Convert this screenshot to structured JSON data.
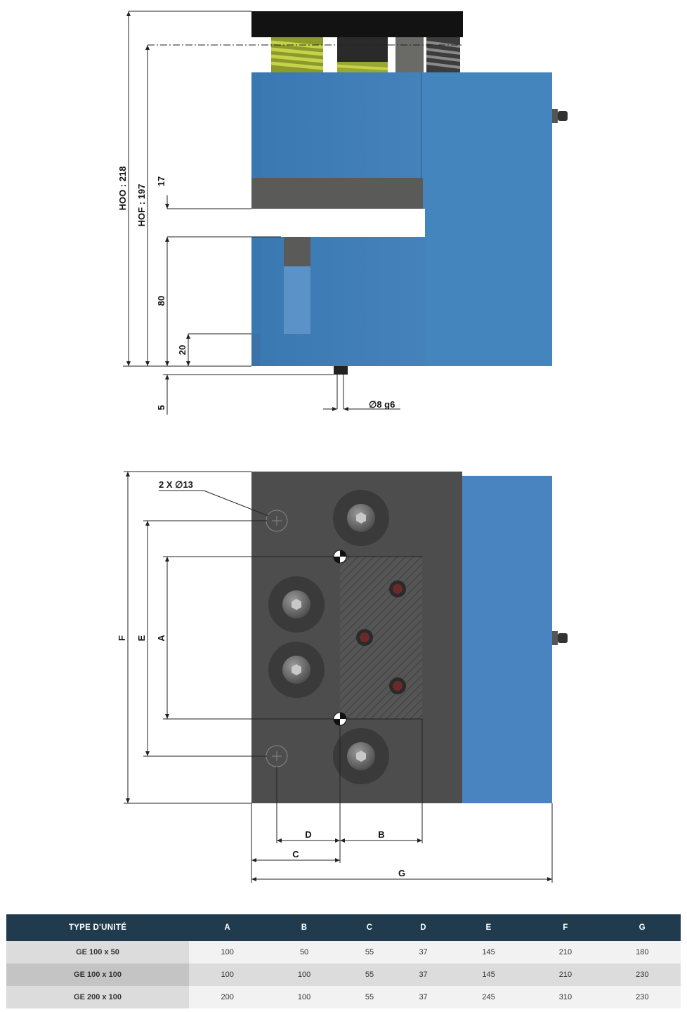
{
  "side_view": {
    "dim_hoo": "HOO : 218",
    "dim_hof": "HOF : 197",
    "dim_17": "17",
    "dim_80": "80",
    "dim_20": "20",
    "dim_5": "5",
    "dim_pin": "∅8 g6"
  },
  "top_view": {
    "dim_holes": "2 X ∅13",
    "dim_F": "F",
    "dim_E": "E",
    "dim_A": "A",
    "dim_D": "D",
    "dim_B": "B",
    "dim_C": "C",
    "dim_G": "G"
  },
  "colors": {
    "blue": "#3d7cb6",
    "dark_grey": "#4d4d4e",
    "header": "#203a4e"
  },
  "table": {
    "headers": [
      "TYPE D'UNITÉ",
      "A",
      "B",
      "C",
      "D",
      "E",
      "F",
      "G"
    ],
    "rows": [
      [
        "GE 100 x 50",
        "100",
        "50",
        "55",
        "37",
        "145",
        "210",
        "180"
      ],
      [
        "GE 100 x 100",
        "100",
        "100",
        "55",
        "37",
        "145",
        "210",
        "230"
      ],
      [
        "GE 200 x 100",
        "200",
        "100",
        "55",
        "37",
        "245",
        "310",
        "230"
      ]
    ]
  }
}
